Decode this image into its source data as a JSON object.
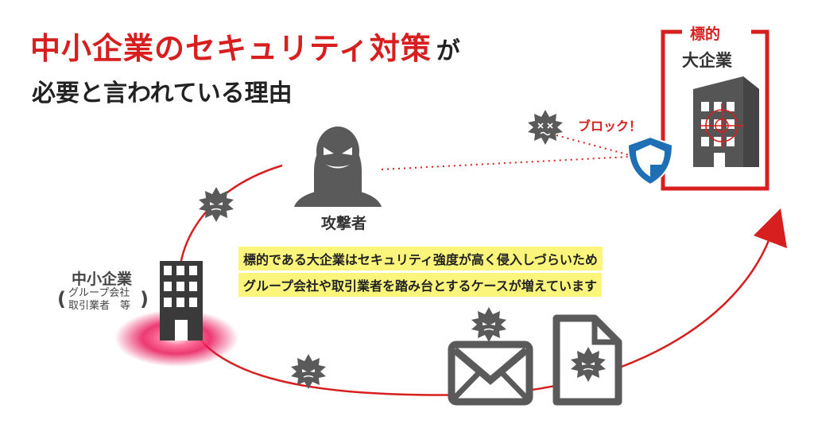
{
  "title": {
    "main_red": "中小企業のセキュリティ対策",
    "main_suffix": "が",
    "subtitle": "必要と言われている理由"
  },
  "labels": {
    "attacker": "攻撃者",
    "block": "ブロック！",
    "target_tag": "標的",
    "target_company": "大企業",
    "sme": "中小企業",
    "sme_paren_open": "(",
    "sme_paren_close": ")",
    "sme_sub_line1": "グループ会社",
    "sme_sub_line2": "取引業者　等"
  },
  "notes": [
    "標的である大企業はセキュリティ強度が高く侵入しづらいため",
    "グループ会社や取引業者を踏み台とするケースが増えています"
  ],
  "colors": {
    "accent_red": "#d71f1f",
    "dark_gray": "#555555",
    "virus_gray": "#5a5a5a",
    "shield_blue": "#1f6fb5",
    "highlight": "#fbf57c"
  },
  "icons": [
    "attacker-icon",
    "virus-icon",
    "shield-icon",
    "large-building-icon",
    "small-building-icon",
    "envelope-icon",
    "document-icon",
    "crosshair-icon"
  ]
}
